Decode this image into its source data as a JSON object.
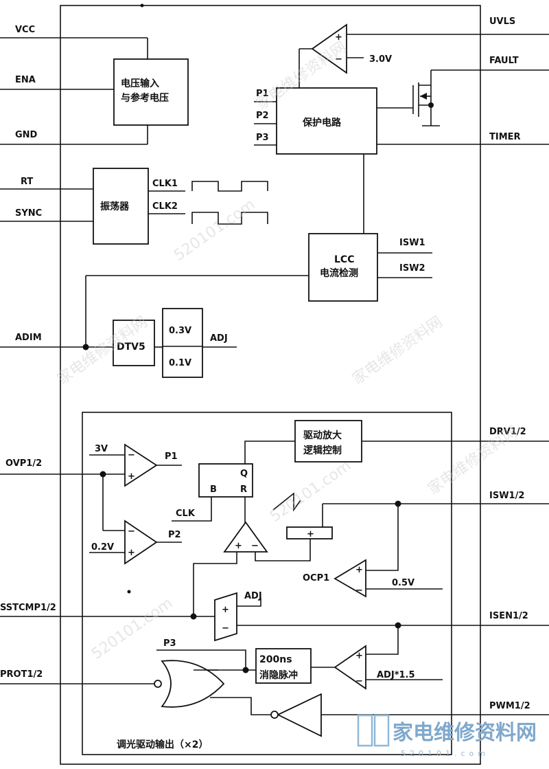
{
  "pins_left": {
    "vcc": "VCC",
    "ena": "ENA",
    "gnd": "GND",
    "rt": "RT",
    "sync": "SYNC",
    "adim": "ADIM",
    "ovp": "OVP1/2",
    "sstcmp": "SSTCMP1/2",
    "prot": "PROT1/2"
  },
  "pins_right": {
    "uvls": "UVLS",
    "fault": "FAULT",
    "timer": "TIMER",
    "drv": "DRV1/2",
    "isw12": "ISW1/2",
    "isen": "ISEN1/2",
    "pwm": "PWM1/2"
  },
  "blocks": {
    "voltage_ref": [
      "电压输入",
      "与参考电压"
    ],
    "protection": "保护电路",
    "oscillator": "振荡器",
    "lcc": [
      "LCC",
      "电流检测"
    ],
    "dtv5": "DTV5",
    "adj_levels": [
      "0.3V",
      "0.1V"
    ],
    "driver_logic": [
      "驱动放大",
      "逻辑控制"
    ],
    "blanking": [
      "200ns",
      "消隐脉冲"
    ],
    "dimming_section": "调光驱动输出（×2）"
  },
  "labels": {
    "p1": "P1",
    "p2": "P2",
    "p3": "P3",
    "clk1": "CLK1",
    "clk2": "CLK2",
    "isw1": "ISW1",
    "isw2": "ISW2",
    "adj": "ADJ",
    "v3_0": "3.0V",
    "v3": "3V",
    "v0_2": "0.2V",
    "v0_5": "0.5V",
    "ocp1": "OCP1",
    "clk": "CLK",
    "q": "Q",
    "b": "B",
    "r": "R",
    "adj_x15": "ADJ*1.5",
    "plus": "+",
    "minus": "−"
  },
  "watermark": {
    "text": "家电维修资料网",
    "site": "520101.com",
    "logo": "家电维修资料网",
    "logo_url": "520101.com"
  }
}
